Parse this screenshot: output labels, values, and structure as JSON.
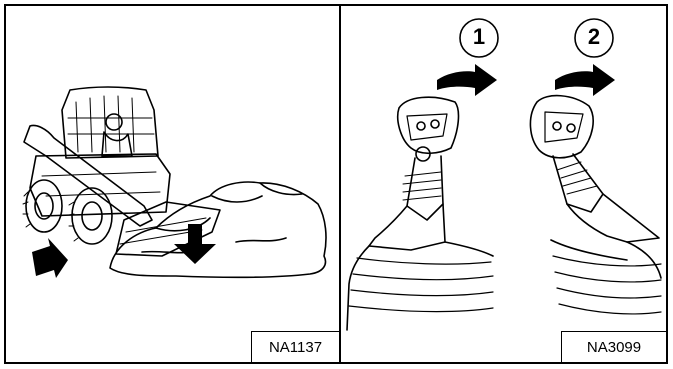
{
  "figure": {
    "left_panel": {
      "figure_code": "NA1137"
    },
    "right_panel": {
      "figure_code": "NA3099",
      "callouts": [
        {
          "number": "1"
        },
        {
          "number": "2"
        }
      ]
    }
  }
}
